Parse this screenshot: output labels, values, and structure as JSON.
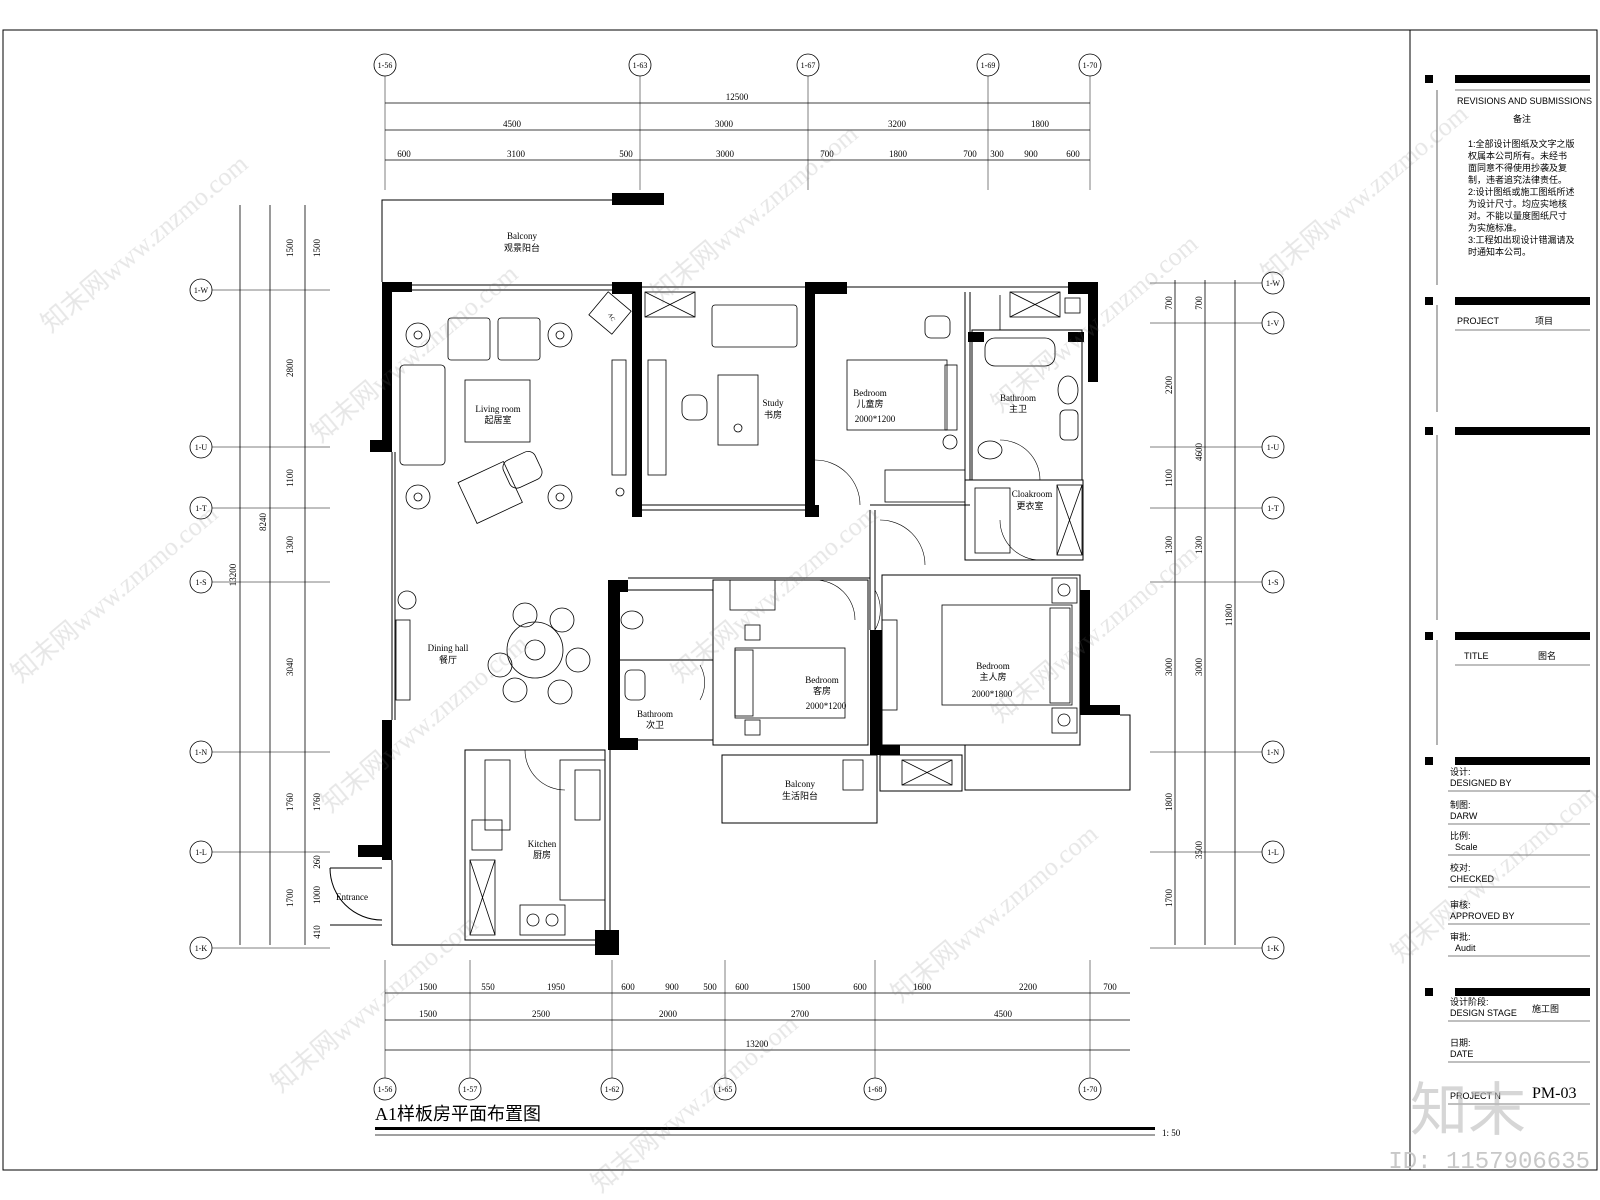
{
  "drawing": {
    "title": "A1样板房平面布置图",
    "scale": "1: 50",
    "watermark_text": "知末网www.znzmo.com",
    "logo_text": "知末",
    "id_text": "ID: 1157906635"
  },
  "grid_top": [
    "1-56",
    "1-63",
    "1-67",
    "1-69",
    "1-70"
  ],
  "grid_bottom": [
    "1-56",
    "1-57",
    "1-62",
    "1-65",
    "1-68",
    "1-70"
  ],
  "grid_left": [
    "1-W",
    "1-U",
    "1-T",
    "1-S",
    "1-N",
    "1-L",
    "1-K"
  ],
  "grid_right": [
    "1-W",
    "1-V",
    "1-U",
    "1-T",
    "1-S",
    "1-N",
    "1-L",
    "1-K"
  ],
  "dims_top": {
    "total": "12500",
    "row2": [
      "4500",
      "3000",
      "3200",
      "1800"
    ],
    "row3": [
      "600",
      "3100",
      "500",
      "3000",
      "700",
      "1800",
      "700",
      "300",
      "900",
      "600"
    ]
  },
  "dims_bottom": {
    "row1": [
      "1500",
      "550",
      "1950",
      "600",
      "900",
      "500",
      "600",
      "1500",
      "600",
      "1600",
      "2200",
      "700"
    ],
    "row2": [
      "1500",
      "2500",
      "2000",
      "2700",
      "4500"
    ],
    "total": "13200"
  },
  "dims_left": {
    "total": "13200",
    "mid": "8240",
    "col_a": [
      "1500",
      "2800",
      "1100",
      "1300",
      "3040",
      "1760",
      "1700"
    ],
    "col_b": [
      "1500",
      "1760",
      "260",
      "1000",
      "410"
    ]
  },
  "dims_right": {
    "col_a": [
      "700",
      "2200",
      "1100",
      "1300",
      "3000",
      "1800",
      "1700"
    ],
    "col_b": [
      "700",
      "4600",
      "1300",
      "3000",
      "3500"
    ],
    "total": "11800"
  },
  "rooms": {
    "balcony_top": {
      "en": "Balcony",
      "cn": "观景阳台"
    },
    "living": {
      "en": "Living room",
      "cn": "起居室"
    },
    "study": {
      "en": "Study",
      "cn": "书房"
    },
    "kids_bedroom": {
      "en": "Bedroom",
      "cn": "儿童房",
      "size": "2000*1200"
    },
    "master_bath": {
      "en": "Bathroom",
      "cn": "主卫"
    },
    "cloakroom": {
      "en": "Cloakroom",
      "cn": "更衣室"
    },
    "dining": {
      "en": "Dining hall",
      "cn": "餐厅"
    },
    "guest_bedroom": {
      "en": "Bedroom",
      "cn": "客房",
      "size": "2000*1200"
    },
    "master_bedroom": {
      "en": "Bedroom",
      "cn": "主人房",
      "size": "2000*1800"
    },
    "second_bath": {
      "en": "Bathroom",
      "cn": "次卫"
    },
    "kitchen": {
      "en": "Kitchen",
      "cn": "厨房"
    },
    "balcony_bottom": {
      "en": "Balcony",
      "cn": "生活阳台"
    },
    "entrance": {
      "en": "Entrance"
    },
    "ac_label": "AC"
  },
  "title_block": {
    "revisions_title": "REVISIONS AND SUBMISSIONS",
    "notes_title": "备注",
    "notes": [
      "1:全部设计图纸及文字之版",
      "权属本公司所有。未经书",
      "面同意不得使用抄袭及复",
      "制，违者追究法律责任。",
      "2:设计图纸或施工图纸所述",
      "为设计尺寸。均应实地核",
      "对。不能以量度图纸尺寸",
      "为实施标准。",
      "3:工程如出现设计错漏请及",
      "时通知本公司。"
    ],
    "project_en": "PROJECT",
    "project_cn": "项目",
    "title_en": "TITLE",
    "title_cn": "图名",
    "designed_cn": "设计:",
    "designed_en": "DESIGNED BY",
    "drawn_cn": "制图:",
    "drawn_en": "DARW",
    "scale_cn": "比例:",
    "scale_en": "Scale",
    "checked_cn": "校对:",
    "checked_en": "CHECKED",
    "approved_cn": "审核:",
    "approved_en": "APPROVED BY",
    "audit_cn": "审批:",
    "audit_en": "Audit",
    "stage_cn": "设计阶段:",
    "stage_en": "DESIGN STAGE",
    "stage_value": "施工图",
    "date_cn": "日期:",
    "date_en": "DATE",
    "project_no_en": "PROJECT N",
    "drawing_no": "PM-03"
  }
}
